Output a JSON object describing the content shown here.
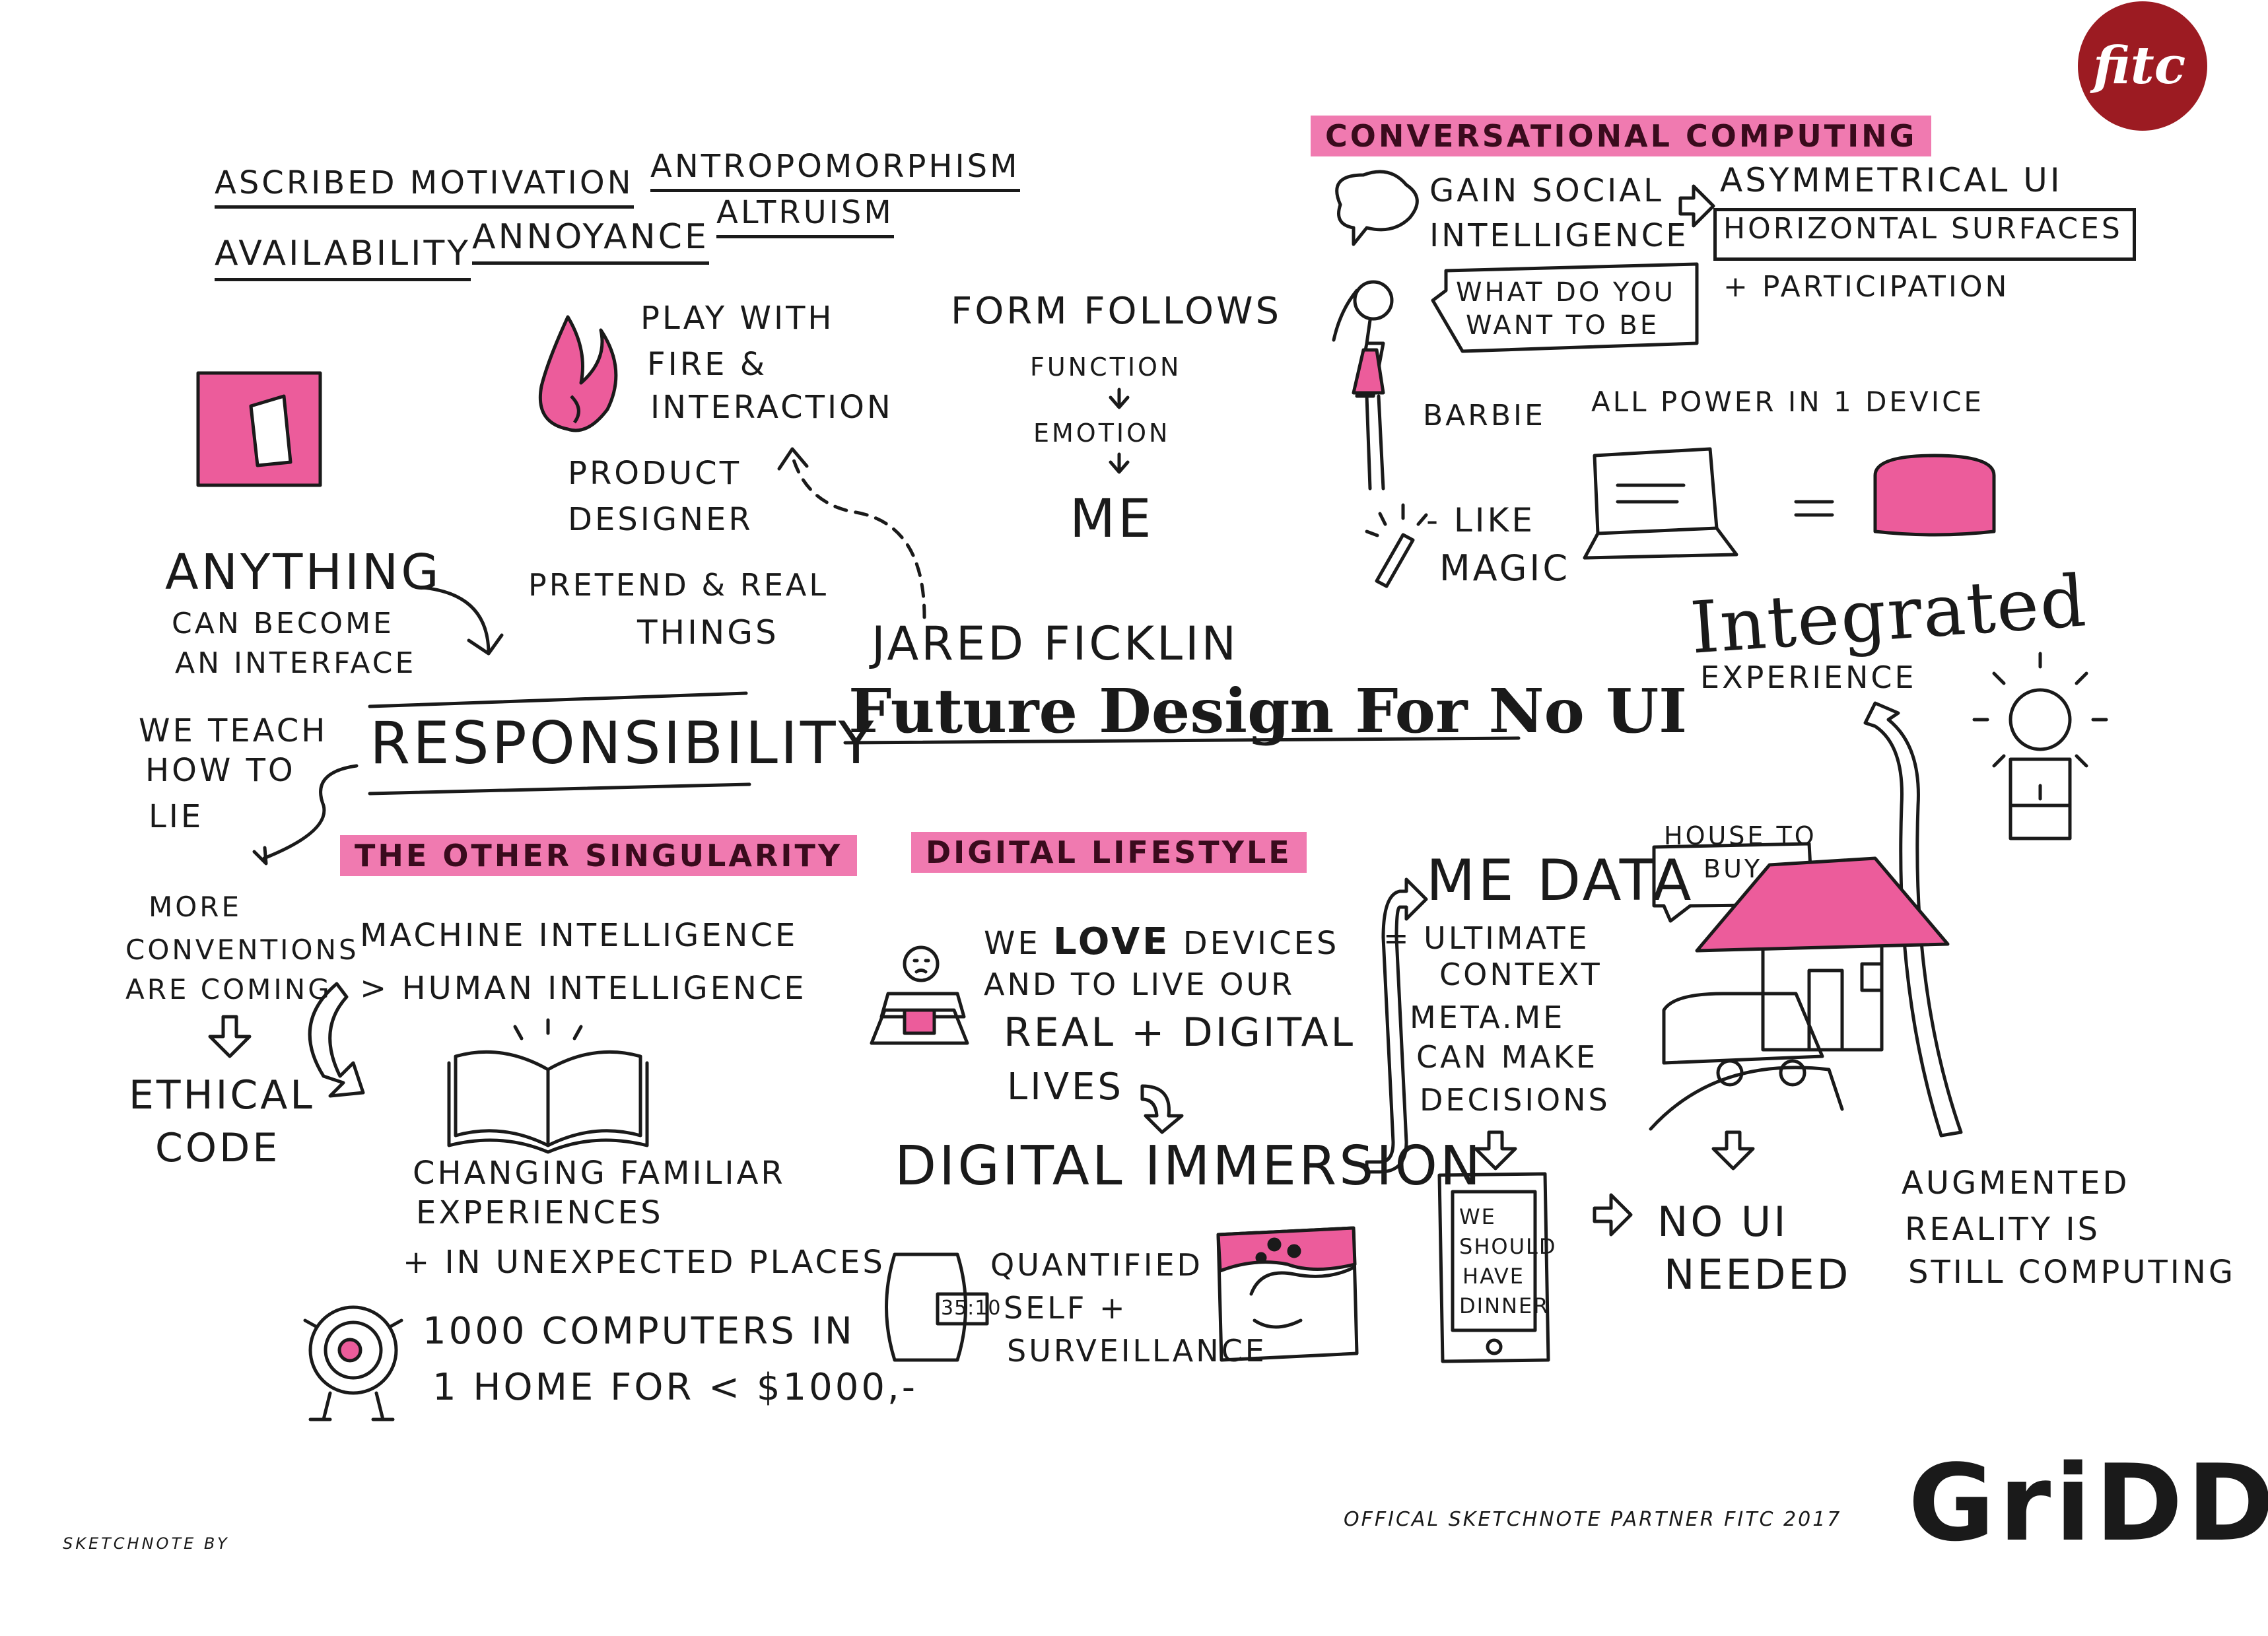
{
  "brand": {
    "fitc_logo": "fitc",
    "gridd_logo": "GriDD",
    "accent_color": "#e83e7b",
    "dark_red": "#9c1b22"
  },
  "title": {
    "speaker": "JARED FICKLIN",
    "talk": "Future Design For No UI"
  },
  "topics": {
    "ascribed": "ASCRIBED MOTIVATION",
    "antro": "ANTROPOMORPHISM",
    "availability": "AVAILABILITY",
    "annoyance": "ANNOYANCE",
    "altruism": "ALTRUISM"
  },
  "play": {
    "line1": "PLAY WITH",
    "line2": "FIRE &",
    "line3": "INTERACTION",
    "product1": "PRODUCT",
    "product2": "DESIGNER",
    "pretend1": "PRETEND & REAL",
    "pretend2": "THINGS"
  },
  "form": {
    "head": "FORM FOLLOWS",
    "function": "FUNCTION",
    "emotion": "EMOTION",
    "me": "ME"
  },
  "anything": {
    "line1": "ANYTHING",
    "line2": "CAN BECOME",
    "line3": "AN INTERFACE",
    "responsibility": "RESPONSIBILITY",
    "teach1": "WE TEACH",
    "teach2": "HOW TO",
    "teach3": "LIE",
    "more1": "MORE",
    "more2": "CONVENTIONS",
    "more3": "ARE COMING",
    "ethical1": "ETHICAL",
    "ethical2": "CODE"
  },
  "singularity": {
    "heading": "THE OTHER SINGULARITY",
    "machine": "MACHINE INTELLIGENCE",
    "human": "> HUMAN INTELLIGENCE",
    "changing1": "CHANGING FAMILIAR",
    "changing2": "EXPERIENCES",
    "unexpected": "+ IN UNEXPECTED PLACES",
    "computers1": "1000 COMPUTERS IN",
    "computers2": "1 HOME FOR < $1000,-"
  },
  "lifestyle": {
    "heading": "DIGITAL LIFESTYLE",
    "love1_pre": "WE ",
    "love1_bold": "LOVE",
    "love1_post": " DEVICES",
    "love2": "AND TO LIVE OUR",
    "love3": "REAL + DIGITAL",
    "love4": "LIVES",
    "immersion": "DIGITAL IMMERSION",
    "quantified1": "QUANTIFIED",
    "quantified2": "SELF +",
    "quantified3": "SURVEILLANCE",
    "watch_time": "35:10"
  },
  "conversational": {
    "heading": "CONVERSATIONAL COMPUTING",
    "gain1": "GAIN SOCIAL",
    "gain2": "INTELLIGENCE",
    "asym": "ASYMMETRICAL UI",
    "horizontal": "HORIZONTAL SURFACES",
    "participation": "+ PARTICIPATION",
    "what1": "WHAT DO YOU",
    "what2": "WANT TO BE",
    "barbie": "BARBIE",
    "power": "ALL POWER IN 1 DEVICE",
    "like1": "- LIKE",
    "like2": "MAGIC",
    "equals": "="
  },
  "medata": {
    "title": "ME DATA",
    "ult1": "= ULTIMATE",
    "ult2": "CONTEXT",
    "meta1": "META.ME",
    "meta2": "CAN MAKE",
    "meta3": "DECISIONS",
    "phone1": "WE",
    "phone2": "SHOULD",
    "phone3": "HAVE",
    "phone4": "DINNER",
    "noui1": "NO UI",
    "noui2": "NEEDED",
    "house1": "HOUSE TO",
    "house2": "BUY"
  },
  "integrated": {
    "title": "Integrated",
    "sub": "EXPERIENCE",
    "ar1": "AUGMENTED",
    "ar2": "REALITY IS",
    "ar3": "STILL COMPUTING"
  },
  "footer": {
    "sketchnote": "SKETCHNOTE BY",
    "partner": "OFFICAL SKETCHNOTE PARTNER FITC 2017"
  }
}
